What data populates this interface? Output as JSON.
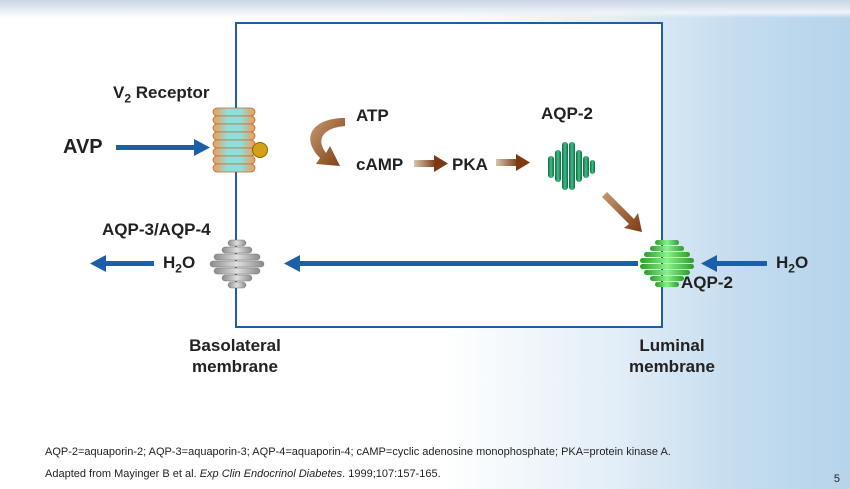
{
  "labels": {
    "v2_receptor_main": "V",
    "v2_receptor_sub": "2",
    "v2_receptor_rest": " Receptor",
    "avp": "AVP",
    "atp": "ATP",
    "camp": "cAMP",
    "pka": "PKA",
    "aqp2_cytoplasm": "AQP-2",
    "aqp2_luminal": "AQP-2",
    "aqp34": "AQP-3/AQP-4",
    "h2o_left_main": "H",
    "h2o_left_sub": "2",
    "h2o_left_rest": "O",
    "h2o_right_main": "H",
    "h2o_right_sub": "2",
    "h2o_right_rest": "O",
    "basolateral_line1": "Basolateral",
    "basolateral_line2": "membrane",
    "luminal_line1": "Luminal",
    "luminal_line2": "membrane"
  },
  "footer": {
    "abbreviations": "AQP-2=aquaporin-2; AQP-3=aquaporin-3; AQP-4=aquaporin-4; cAMP=cyclic adenosine monophosphate; PKA=protein kinase A.",
    "citation_prefix": "Adapted from Mayinger B et al. ",
    "citation_journal": "Exp Clin Endocrinol Diabetes",
    "citation_suffix": ". 1999;107:157-165."
  },
  "page_number": "5",
  "colors": {
    "membrane_border": "#1a5fa8",
    "arrow_blue": "#1a5fa8",
    "arrow_brown": "#8a4a1c",
    "receptor_orange": "#f0a060",
    "receptor_cyan": "#7fd8d8",
    "ligand_gold": "#d4a017",
    "aqp2_green_dark": "#1a8a5a",
    "aqp2_green_light": "#55d055",
    "aqp34_gray": "#b0b0b0"
  }
}
